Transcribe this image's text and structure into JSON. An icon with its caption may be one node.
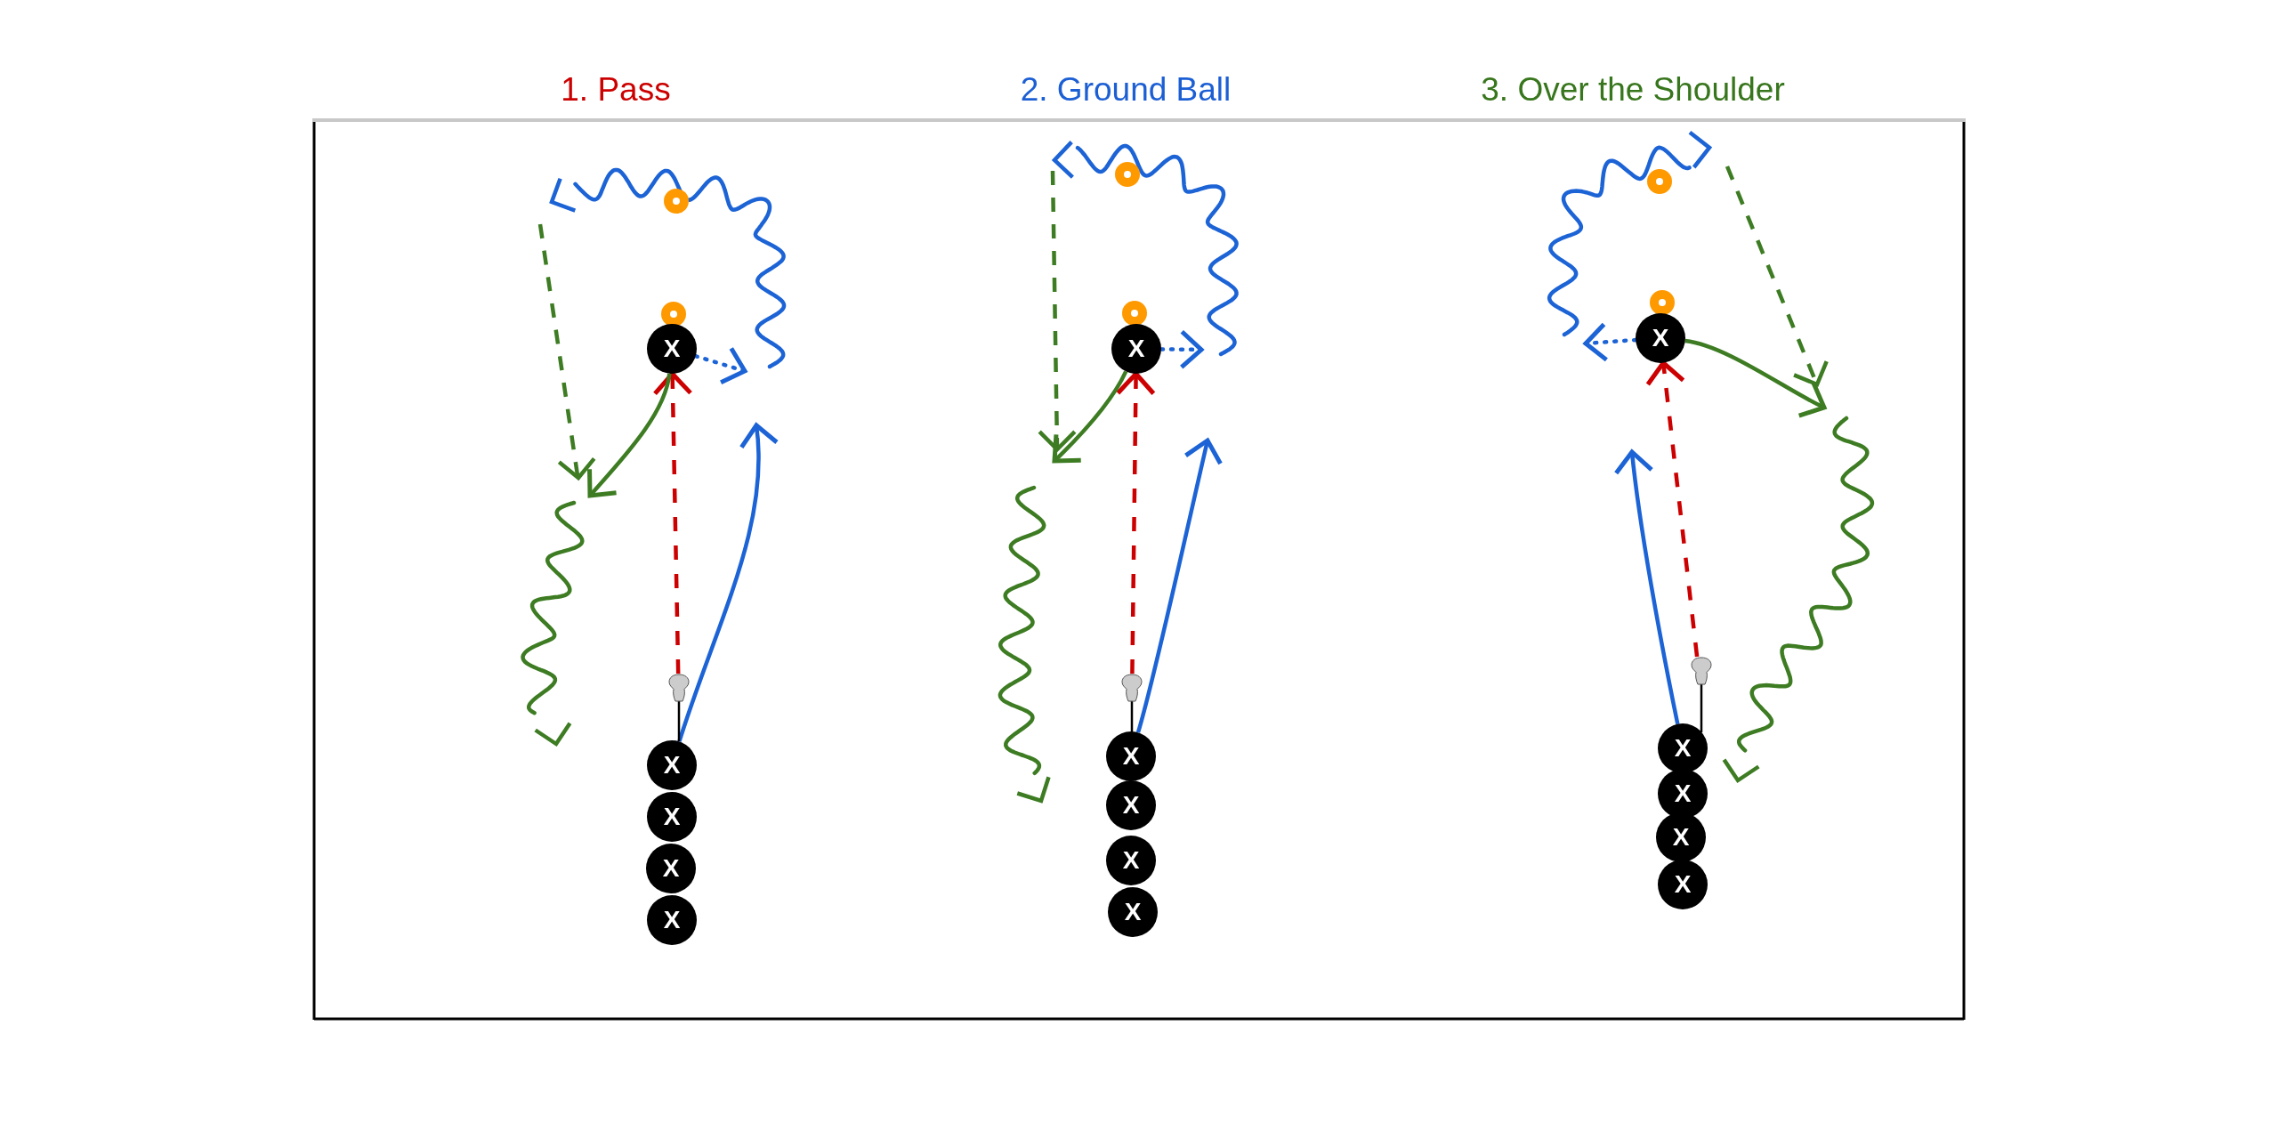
{
  "diagram": {
    "nodes": [
      {
        "text": [
          "X"
        ]
      },
      {
        "text": [],
        "shape": "stick"
      },
      {
        "text": [
          "X"
        ]
      },
      {
        "text": [
          "X"
        ]
      },
      {
        "text": [
          "X"
        ]
      },
      {
        "text": [
          "X"
        ]
      },
      {
        "text": [
          "X"
        ]
      },
      {
        "text": [],
        "shape": "stick"
      },
      {
        "text": [
          "X"
        ]
      },
      {
        "text": [
          "X"
        ]
      },
      {
        "text": [
          "X"
        ]
      },
      {
        "text": [
          "X"
        ]
      },
      {
        "text": [
          "X"
        ]
      },
      {
        "text": [],
        "shape": "stick"
      },
      {
        "text": [
          "X"
        ]
      },
      {
        "text": [
          "X"
        ]
      },
      {
        "text": [
          "X"
        ]
      },
      {
        "text": [
          "X"
        ]
      }
    ],
    "edges": [
      {
        "from": 1,
        "to": 0,
        "arrow": "to",
        "style": "dashed",
        "color": "#cc0000"
      },
      {
        "from": 0,
        "to": null,
        "arrow": "to",
        "style": "dashed",
        "color": "#1c63d6"
      },
      {
        "from": 2,
        "to": null,
        "arrow": "to",
        "color": "#1c63d6"
      },
      {
        "from": 0,
        "to": null,
        "arrow": "to",
        "color": "#3d7c22"
      },
      {
        "from": 7,
        "to": 6,
        "arrow": "to",
        "style": "dashed",
        "color": "#cc0000"
      },
      {
        "from": 6,
        "to": null,
        "arrow": "to",
        "style": "dashed",
        "color": "#1c63d6"
      },
      {
        "from": 8,
        "to": null,
        "arrow": "to",
        "color": "#1c63d6"
      },
      {
        "from": 6,
        "to": null,
        "arrow": "to",
        "color": "#3d7c22"
      },
      {
        "from": 13,
        "to": 12,
        "arrow": "to",
        "style": "dashed",
        "color": "#cc0000"
      },
      {
        "from": 12,
        "to": null,
        "arrow": "to",
        "style": "dashed",
        "color": "#1c63d6"
      },
      {
        "from": 14,
        "to": null,
        "arrow": "to",
        "color": "#1c63d6"
      },
      {
        "from": 12,
        "to": null,
        "arrow": "to",
        "color": "#3d7c22"
      }
    ],
    "labels": [
      "1. Pass",
      "2. Ground Ball",
      "3. Over the Shoulder"
    ]
  }
}
